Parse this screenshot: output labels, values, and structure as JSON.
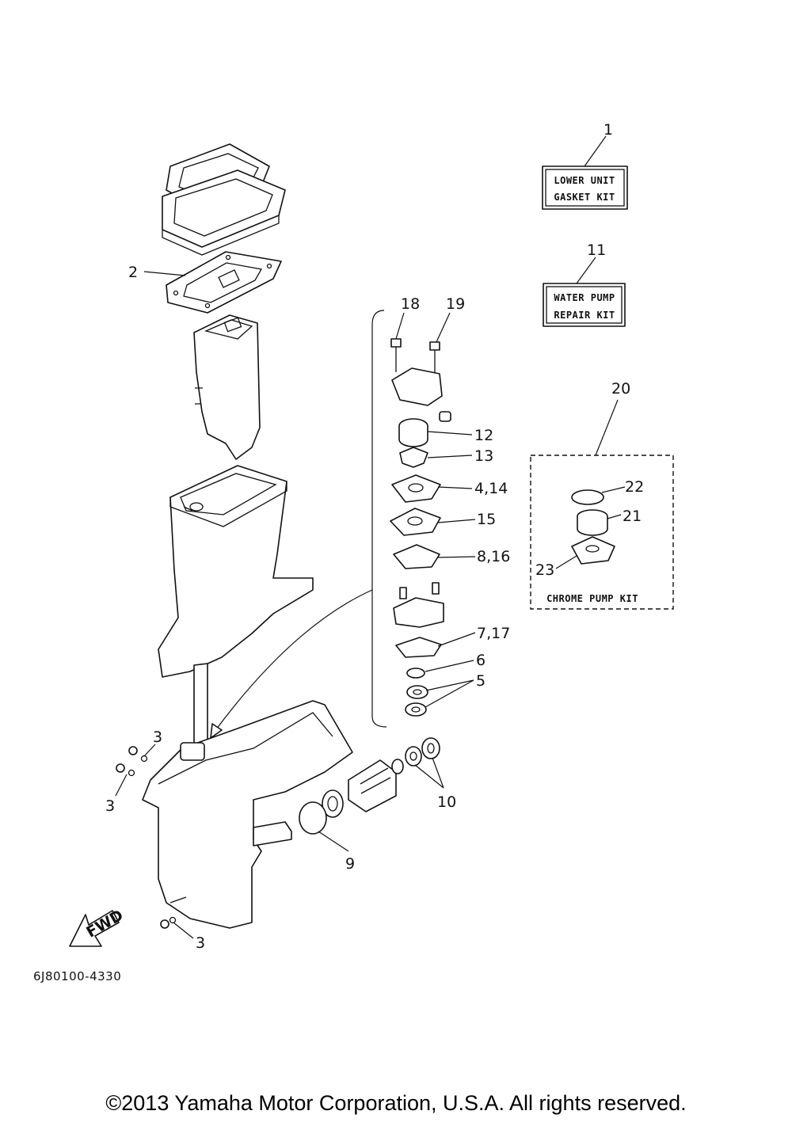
{
  "kits": {
    "lower_unit": {
      "ref": "1",
      "line1": "LOWER UNIT",
      "line2": "GASKET KIT"
    },
    "water_pump": {
      "ref": "11",
      "line1": "WATER PUMP",
      "line2": "REPAIR KIT"
    },
    "chrome_pump": {
      "ref": "20",
      "label": "CHROME PUMP KIT"
    }
  },
  "callouts": {
    "c2": "2",
    "c3a": "3",
    "c3b": "3",
    "c3c": "3",
    "c4_14": "4,14",
    "c5": "5",
    "c6": "6",
    "c7_17": "7,17",
    "c8_16": "8,16",
    "c9": "9",
    "c10": "10",
    "c12": "12",
    "c13": "13",
    "c15": "15",
    "c18": "18",
    "c19": "19",
    "c21": "21",
    "c22": "22",
    "c23": "23"
  },
  "fwd_label": "FWD",
  "doc_code": "6J80100-4330",
  "copyright": "©2013 Yamaha Motor Corporation, U.S.A. All rights reserved."
}
